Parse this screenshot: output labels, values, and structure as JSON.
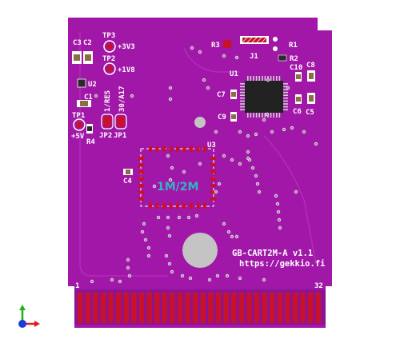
{
  "board": {
    "name": "GB-CART2M-A v1.1",
    "url": "https://gekkio.fi",
    "chip_label": "1M/2M",
    "colors": {
      "board": "#a117a8",
      "board_dark": "#7e1285",
      "silk": "#ffffff",
      "copper": "#c8122a",
      "pad": "#c8c8c8"
    }
  },
  "labels": {
    "c3": "C3",
    "c2": "C2",
    "tp3": "TP3",
    "v33": "+3V3",
    "tp2": "TP2",
    "v18": "+1V8",
    "u2": "U2",
    "c1": "C1",
    "tp1": "TP1",
    "v5": "+5V",
    "r4": "R4",
    "jp2": "JP2",
    "jp1": "JP1",
    "res": "1/RES",
    "a17": "30/A17",
    "c4": "C4",
    "u3": "U3",
    "r3": "R3",
    "r1": "R1",
    "r2": "R2",
    "j1": "J1",
    "u1": "U1",
    "c8": "C8",
    "c10": "C10",
    "c7": "C7",
    "c9": "C9",
    "c6": "C6",
    "c5": "C5",
    "pin1": "1",
    "pin32": "32"
  }
}
